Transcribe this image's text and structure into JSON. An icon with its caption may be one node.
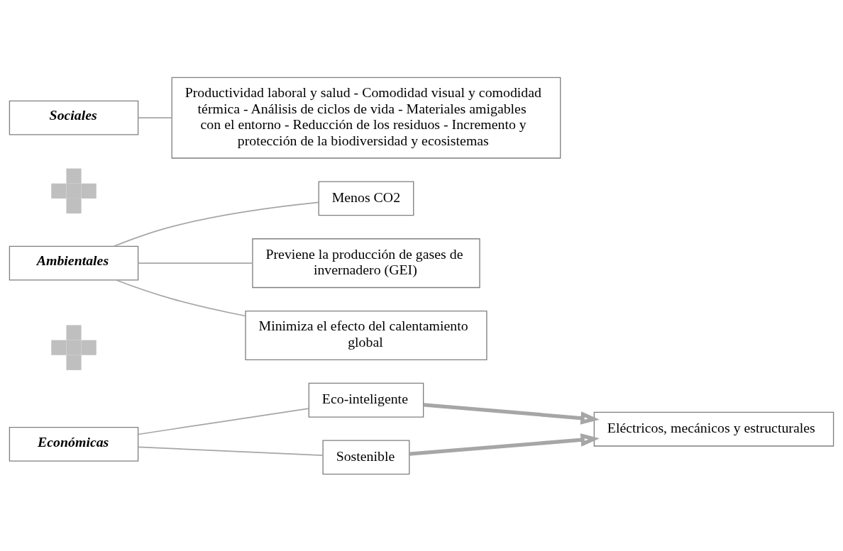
{
  "diagram": {
    "nodes": [
      {
        "text": [
          "Económicas"
        ]
      },
      {
        "text": [
          "Eco-inteligente"
        ]
      },
      {
        "text": [
          "Sostenible"
        ]
      },
      {
        "text": [
          "Eléctricos, mecánicos y estructurales"
        ]
      },
      {
        "text": [],
        "shape": "plus"
      },
      {
        "text": [
          "Ambientales"
        ]
      },
      {
        "text": [
          "Menos CO2"
        ]
      },
      {
        "text": [
          "Previene la producción de gases de invernadero (GEI)"
        ]
      },
      {
        "text": [
          "Minimiza el efecto del calentamiento global"
        ]
      },
      {
        "text": [],
        "shape": "plus"
      },
      {
        "text": [
          "Sociales"
        ]
      },
      {
        "text": [
          "Productividad laboral y salud - Comodidad visual y comodidad térmica - Análisis de ciclos de vida - Materiales amigables con el entorno - Reducción de los residuos - Incremento y protección de la biodiversidad y ecosistemas"
        ]
      }
    ],
    "edges": [
      {
        "from": 0,
        "to": 1,
        "arrow": "none"
      },
      {
        "from": 0,
        "to": 2,
        "arrow": "none"
      },
      {
        "from": 1,
        "to": 3,
        "arrow": "to",
        "style": "thick",
        "color": "#a6a6a6"
      },
      {
        "from": 2,
        "to": 3,
        "arrow": "to",
        "style": "thick",
        "color": "#a6a6a6"
      },
      {
        "from": 5,
        "to": 6,
        "arrow": "none"
      },
      {
        "from": 5,
        "to": 7,
        "arrow": "none"
      },
      {
        "from": 5,
        "to": 8,
        "arrow": "none"
      },
      {
        "from": 10,
        "to": 11,
        "arrow": "none"
      }
    ]
  }
}
